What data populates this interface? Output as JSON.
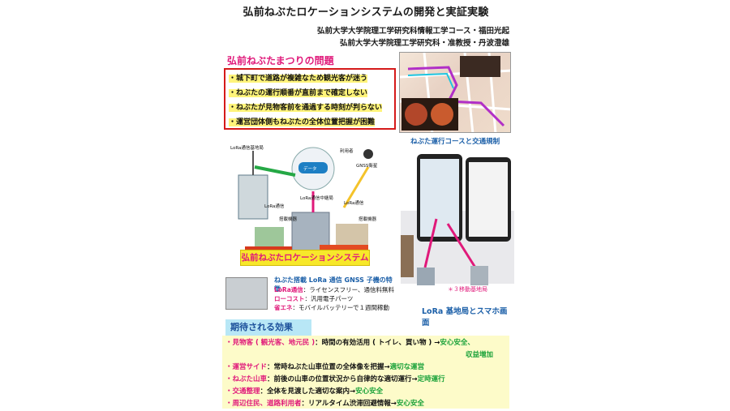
{
  "poster": {
    "title": "弘前ねぶたロケーションシステムの開発と実証実験",
    "authors": [
      "弘前大学大学院理工学研究科情報工学コース・福田光起",
      "弘前大学大学院理工学研究科・准教授・丹波澄雄"
    ]
  },
  "problems": {
    "heading": "弘前ねぶたまつりの問題",
    "items": [
      "・城下町で道路が複雑なため観光客が迷う",
      "・ねぶたの運行順番が直前まで確定しない",
      "・ねぶたが見物客前を通過する時刻が判らない",
      "・運営団体側もねぶたの全体位置把握が困難"
    ]
  },
  "map_caption": "ねぶた運行コースと交通規制",
  "diagram": {
    "labels": [
      "LoRa通信基地局",
      "利用者",
      "GNSS衛星",
      "LoRa通信中継局",
      "LoRa通信",
      "LoRa通信",
      "搭載機器",
      "搭載機器",
      "データ"
    ],
    "system_name": "弘前ねぶたロケーションシステム"
  },
  "feature": {
    "title": "ねぶた搭載 LoRa 通信 GNSS 子機の特徴",
    "lines": [
      {
        "label": "LoRa通信",
        "text": "：ライセンスフリー、通信料無料"
      },
      {
        "label": "ローコスト",
        "text": "：汎用電子パーツ"
      },
      {
        "label": "省エネ",
        "text": "：モバイルバッテリーで１週間稼動"
      }
    ]
  },
  "phones_caption": "LoRa 基地局とスマホ画面",
  "phones_note": "＊３移動基地局",
  "effects": {
    "heading": "期待される効果",
    "rows": [
      {
        "label": "・見物客 ( 観光客、地元民 )",
        "text": "：時間の有効活用 ( トイレ、買い物 ) →",
        "result": "安心安全、"
      },
      {
        "label": "",
        "text": "",
        "result": "収益増加"
      },
      {
        "label": "・運営サイド",
        "text": "：常時ねぶた山車位置の全体像を把握→",
        "result": "適切な運営"
      },
      {
        "label": "・ねぶた山車",
        "text": "：前後の山車の位置状況から自律的な適切運行→",
        "result": "定時運行"
      },
      {
        "label": "・交通整理",
        "text": "：全体を見渡した適切な案内→",
        "result": "安心安全"
      },
      {
        "label": "・周辺住民、道路利用者",
        "text": "：リアルタイム渋滞回避情報→",
        "result": "安心安全"
      }
    ]
  }
}
